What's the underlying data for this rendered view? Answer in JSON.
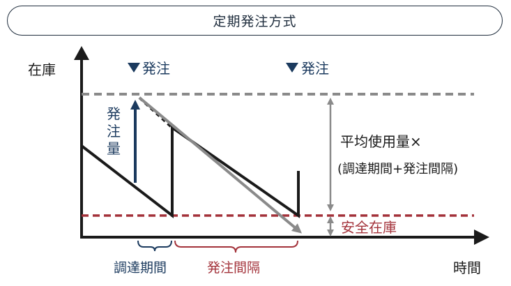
{
  "title": "定期発注方式",
  "axes": {
    "y_label": "在庫",
    "x_label": "時間"
  },
  "markers": {
    "order_1": "発注",
    "order_2": "発注"
  },
  "order_quantity": [
    "発",
    "注",
    "量"
  ],
  "formula": {
    "line1": "平均使用量×",
    "line2": "(調達期間+発注間隔)"
  },
  "safety_stock": "安全在庫",
  "periods": {
    "lead_time": "調達期間",
    "order_interval": "発注間隔"
  },
  "colors": {
    "navy": "#1b3a5e",
    "black": "#1a1a1a",
    "gray": "#8a8a8a",
    "dark_red": "#a3323a"
  }
}
